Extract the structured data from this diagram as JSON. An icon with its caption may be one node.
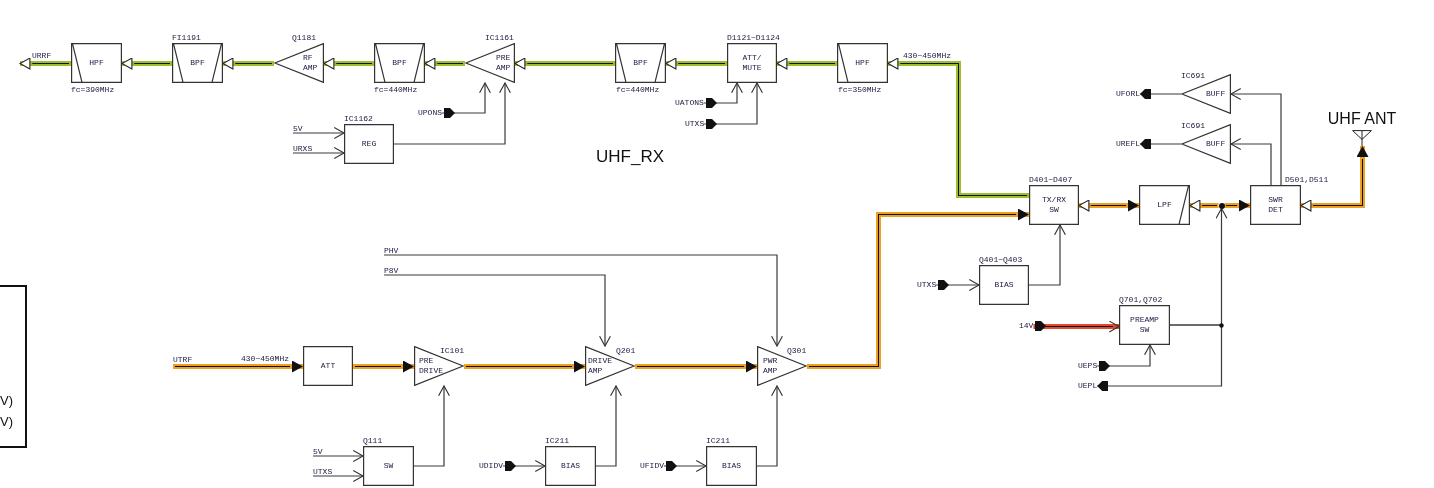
{
  "diagram": {
    "nodes": [
      {
        "text": [
          "HPF"
        ],
        "beside": [
          "fc=390MHz"
        ]
      },
      {
        "text": [
          "BPF"
        ],
        "beside": [
          "FI1191"
        ]
      },
      {
        "text": [
          "RF AMP"
        ],
        "beside": [
          "Q1181"
        ]
      },
      {
        "text": [
          "BPF"
        ],
        "beside": [
          "fc=440MHz"
        ]
      },
      {
        "text": [
          "PRE AMP"
        ],
        "beside": [
          "IC1161"
        ]
      },
      {
        "text": [
          "BPF"
        ],
        "beside": [
          "fc=440MHz"
        ]
      },
      {
        "text": [
          "ATT/ MUTE"
        ],
        "beside": [
          "D1121~D1124"
        ]
      },
      {
        "text": [
          "HPF"
        ],
        "beside": [
          "fc=350MHz"
        ]
      },
      {
        "text": [
          "UPONS"
        ]
      },
      {
        "text": [
          "UATONS"
        ]
      },
      {
        "text": [
          "UTXS"
        ]
      },
      {
        "text": [
          "5V"
        ]
      },
      {
        "text": [
          "REG"
        ],
        "beside": [
          "IC1162"
        ]
      },
      {
        "text": [
          "URXS"
        ]
      },
      {
        "text": [
          "UFORL"
        ]
      },
      {
        "text": [
          "BUFF"
        ],
        "beside": [
          "IC691"
        ]
      },
      {
        "text": [
          "UHF ANT"
        ]
      },
      {
        "text": [
          "UREFL"
        ]
      },
      {
        "text": [
          "BUFF"
        ],
        "beside": [
          "IC691"
        ]
      },
      {
        "text": [
          "TX/RX SW"
        ],
        "beside": [
          "D401~D407"
        ]
      },
      {
        "text": [
          "LPF"
        ]
      },
      {
        "text": [
          "SWR DET"
        ],
        "beside": [
          "D501,D511"
        ]
      },
      {
        "text": [
          "UTXS"
        ]
      },
      {
        "text": [
          "BIAS"
        ],
        "beside": [
          "Q401~Q403"
        ]
      },
      {
        "text": [
          "14V"
        ]
      },
      {
        "text": [
          "PREAMP SW"
        ],
        "beside": [
          "Q701,Q702"
        ]
      },
      {
        "text": [
          "UEPS"
        ]
      },
      {
        "text": [
          "UEPL"
        ]
      },
      {
        "text": [
          "V)",
          "V)"
        ]
      },
      {
        "text": [
          "PHV"
        ]
      },
      {
        "text": [
          "P8V"
        ]
      },
      {
        "text": [
          "UTRF"
        ]
      },
      {
        "text": [
          "ATT"
        ]
      },
      {
        "text": [
          "PRE DRIVE"
        ],
        "beside": [
          "IC101"
        ]
      },
      {
        "text": [
          "DRIVE AMP"
        ],
        "beside": [
          "Q201"
        ]
      },
      {
        "text": [
          "PWR AMP"
        ],
        "beside": [
          "Q301"
        ]
      },
      {
        "text": [
          "5V"
        ]
      },
      {
        "text": [
          "UTXS"
        ]
      },
      {
        "text": [
          "SW"
        ],
        "beside": [
          "Q111"
        ]
      },
      {
        "text": [
          "UDIDV"
        ]
      },
      {
        "text": [
          "BIAS"
        ],
        "beside": [
          "IC211"
        ]
      },
      {
        "text": [
          "UFIDV"
        ]
      },
      {
        "text": [
          "BIAS"
        ],
        "beside": [
          "IC211"
        ]
      },
      {
        "text": [],
        "shape": "circle"
      }
    ],
    "edges": [
      {
        "from": 0,
        "to": null,
        "arrow": "to",
        "label": "URRF",
        "style": "thick",
        "color": "#9cbf2b"
      },
      {
        "from": 1,
        "to": 0,
        "arrow": "to",
        "style": "thick",
        "color": "#9cbf2b"
      },
      {
        "from": 2,
        "to": 1,
        "arrow": "to",
        "style": "thick",
        "color": "#9cbf2b"
      },
      {
        "from": 3,
        "to": 2,
        "arrow": "to",
        "style": "thick",
        "color": "#9cbf2b"
      },
      {
        "from": 4,
        "to": 3,
        "arrow": "to",
        "style": "thick",
        "color": "#9cbf2b"
      },
      {
        "from": 5,
        "to": 4,
        "arrow": "to",
        "style": "thick",
        "color": "#9cbf2b"
      },
      {
        "from": 6,
        "to": 5,
        "arrow": "to",
        "style": "thick",
        "color": "#9cbf2b"
      },
      {
        "from": 7,
        "to": 6,
        "arrow": "to",
        "style": "thick",
        "color": "#9cbf2b"
      },
      {
        "from": 19,
        "to": 7,
        "arrow": "to",
        "label": "430~450MHz",
        "style": "thick",
        "color": "#9cbf2b"
      },
      {
        "from": 8,
        "to": 4,
        "arrow": "to"
      },
      {
        "from": 12,
        "to": 4,
        "arrow": "to"
      },
      {
        "from": 11,
        "to": 12,
        "arrow": "to"
      },
      {
        "from": 13,
        "to": 12,
        "arrow": "to"
      },
      {
        "from": 9,
        "to": 6,
        "arrow": "to"
      },
      {
        "from": 10,
        "to": 6,
        "arrow": "to"
      },
      {
        "from": 15,
        "to": 14,
        "arrow": "to"
      },
      {
        "from": 18,
        "to": 17,
        "arrow": "to"
      },
      {
        "from": 21,
        "to": 15,
        "arrow": "to"
      },
      {
        "from": 21,
        "to": 18,
        "arrow": "to"
      },
      {
        "from": 19,
        "to": 20,
        "arrow": "both",
        "style": "thick",
        "color": "#eda124"
      },
      {
        "from": 43,
        "to": 20,
        "arrow": "to",
        "style": "thick",
        "color": "#eda124"
      },
      {
        "from": 21,
        "to": 16,
        "arrow": "both",
        "style": "thick",
        "color": "#eda124"
      },
      {
        "from": 35,
        "to": 19,
        "arrow": "to",
        "style": "thick",
        "color": "#eda124"
      },
      {
        "from": 22,
        "to": 23,
        "arrow": "to"
      },
      {
        "from": 23,
        "to": 19,
        "arrow": "to"
      },
      {
        "from": 24,
        "to": 25,
        "arrow": "to",
        "style": "thick",
        "color": "#e04a2e"
      },
      {
        "from": 26,
        "to": 25,
        "arrow": "to"
      },
      {
        "from": 25,
        "to": 43,
        "arrow": "to"
      },
      {
        "from": 25,
        "to": 27,
        "arrow": "to"
      },
      {
        "from": 31,
        "to": 32,
        "arrow": "to",
        "label": "430~450MHz",
        "style": "thick",
        "color": "#eda124"
      },
      {
        "from": 32,
        "to": 33,
        "arrow": "to",
        "style": "thick",
        "color": "#eda124"
      },
      {
        "from": 33,
        "to": 34,
        "arrow": "to",
        "style": "thick",
        "color": "#eda124"
      },
      {
        "from": 34,
        "to": 35,
        "arrow": "to",
        "style": "thick",
        "color": "#eda124"
      },
      {
        "from": 29,
        "to": 35,
        "arrow": "to"
      },
      {
        "from": 30,
        "to": 34,
        "arrow": "to"
      },
      {
        "from": 36,
        "to": 38,
        "arrow": "to"
      },
      {
        "from": 37,
        "to": 38,
        "arrow": "to"
      },
      {
        "from": 38,
        "to": 33,
        "arrow": "to"
      },
      {
        "from": 39,
        "to": 40,
        "arrow": "to"
      },
      {
        "from": 40,
        "to": 34,
        "arrow": "to"
      },
      {
        "from": 41,
        "to": 42,
        "arrow": "to"
      },
      {
        "from": 42,
        "to": 35,
        "arrow": "to"
      },
      {
        "from": 43,
        "to": 21,
        "arrow": "to",
        "style": "thick",
        "color": "#eda124"
      }
    ],
    "labels": [
      "UHF_RX"
    ]
  }
}
